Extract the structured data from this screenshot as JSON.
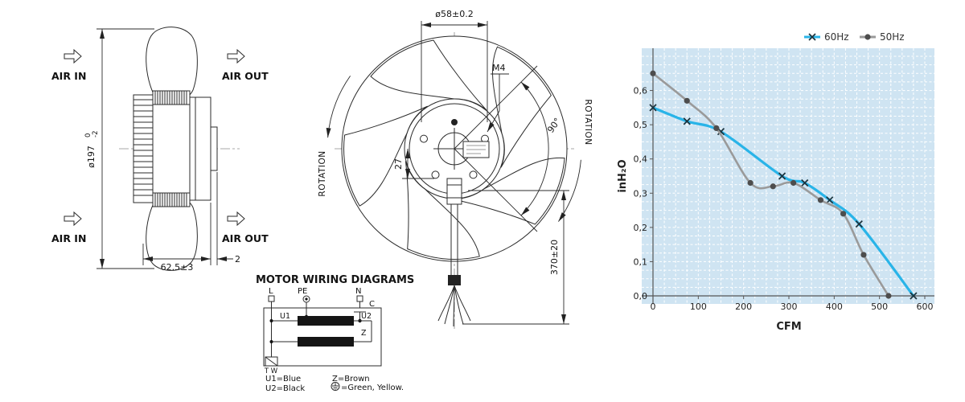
{
  "side_view": {
    "air_in_top": "AIR IN",
    "air_out_top": "AIR OUT",
    "air_in_bottom": "AIR IN",
    "air_out_bottom": "AIR OUT",
    "dia_label": "ø197",
    "dia_tol_upper": "0",
    "dia_tol_lower": "-2",
    "depth_label": "62.5±3",
    "flange_label": "2"
  },
  "front_view": {
    "hub_dia_label": "ø58±0.2",
    "thread_label": "M4",
    "offset_label": "27",
    "angle_label": "90°",
    "cable_label": "370±20",
    "rotation_left": "ROTATION",
    "rotation_right": "ROTATION"
  },
  "wiring": {
    "title": "MOTOR WIRING DIAGRAMS",
    "terminal_l": "L",
    "terminal_pe": "PE",
    "terminal_n": "N",
    "capacitor": "C",
    "u1": "U1",
    "u2": "U2",
    "z": "Z",
    "thermal": "T W",
    "legend_u1": "U1=Blue",
    "legend_u2": "U2=Black",
    "legend_z": "Z=Brown",
    "legend_pe": "=Green, Yellow."
  },
  "chart_data": {
    "type": "line",
    "title": "",
    "xlabel": "CFM",
    "ylabel": "inH₂O",
    "xlim": [
      0,
      600
    ],
    "ylim": [
      0,
      0.7
    ],
    "x_ticks": [
      0,
      100,
      200,
      300,
      400,
      500,
      600
    ],
    "y_ticks": [
      {
        "value": 0.0,
        "label": "0,0"
      },
      {
        "value": 0.1,
        "label": "0,1"
      },
      {
        "value": 0.2,
        "label": "0,2"
      },
      {
        "value": 0.3,
        "label": "0,3"
      },
      {
        "value": 0.4,
        "label": "0,4"
      },
      {
        "value": 0.5,
        "label": "0,5"
      },
      {
        "value": 0.6,
        "label": "0,6"
      }
    ],
    "grid": {
      "minor_x": 25,
      "minor_y": 0.025,
      "color": "#ffffff"
    },
    "plot_bg_color": "#cfe4f2",
    "legend_position": "top-right",
    "series": [
      {
        "name": "60Hz",
        "color": "#29b4e8",
        "marker": "x",
        "marker_color": "#1c333d",
        "stroke_width": 3.2,
        "points": [
          [
            0,
            0.55
          ],
          [
            75,
            0.51
          ],
          [
            150,
            0.48
          ],
          [
            285,
            0.35
          ],
          [
            335,
            0.33
          ],
          [
            390,
            0.28
          ],
          [
            455,
            0.21
          ],
          [
            575,
            0.0
          ]
        ]
      },
      {
        "name": "50Hz",
        "color": "#9a9a9a",
        "marker": "circle",
        "marker_color": "#4d4d4d",
        "stroke_width": 2.6,
        "points": [
          [
            0,
            0.65
          ],
          [
            75,
            0.57
          ],
          [
            140,
            0.49
          ],
          [
            215,
            0.33
          ],
          [
            265,
            0.32
          ],
          [
            310,
            0.33
          ],
          [
            370,
            0.28
          ],
          [
            420,
            0.24
          ],
          [
            465,
            0.12
          ],
          [
            520,
            0.0
          ]
        ]
      }
    ]
  }
}
